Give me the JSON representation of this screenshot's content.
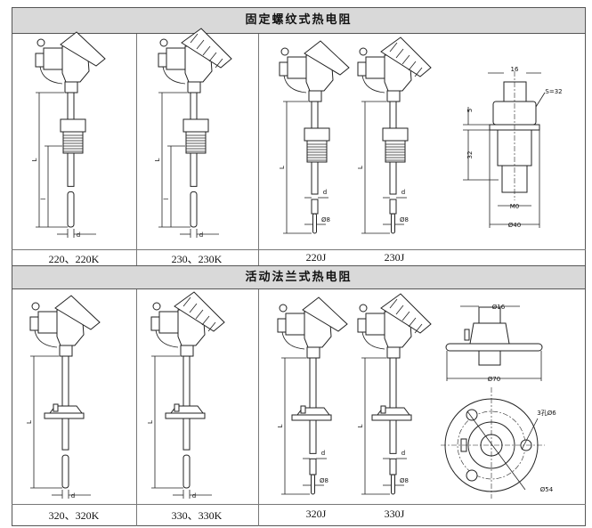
{
  "sections": [
    {
      "title": "固定螺纹式热电阻",
      "models": [
        "220、220K",
        "230、230K",
        "220J",
        "230J"
      ],
      "mount": "thread"
    },
    {
      "title": "活动法兰式热电阻",
      "models": [
        "320、320K",
        "330、330K",
        "320J",
        "330J"
      ],
      "mount": "flange"
    }
  ],
  "dimension_labels": {
    "length": "L",
    "insertion": "l",
    "diameter": "d",
    "tip": "Ø8"
  },
  "thread_detail": {
    "width": "16",
    "hex": "S=32",
    "height1": "5",
    "height2": "32",
    "thread": "M0",
    "flange_dia": "Ø40"
  },
  "flange_detail": {
    "stem": "Ø16",
    "outer": "Ø70",
    "holes": "3孔Ø6",
    "pitch": "Ø54"
  }
}
